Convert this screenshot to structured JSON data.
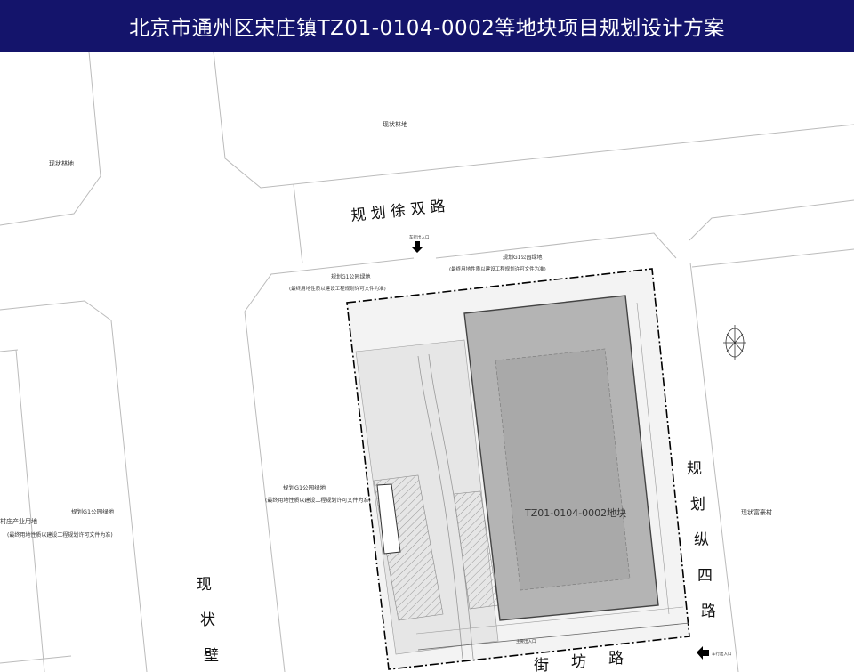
{
  "title": "北京市通州区宋庄镇TZ01-0104-0002等地块项目规划设计方案",
  "roads": {
    "north": "规 划 徐 双 路",
    "east": [
      "规",
      "划",
      "纵",
      "四",
      "路"
    ],
    "west": [
      "现",
      "状",
      "壁"
    ],
    "south": [
      "街",
      "坊",
      "路"
    ]
  },
  "areas": {
    "forest_left": "现状林地",
    "forest_top": "现状林地",
    "park_label": "规划G1公园绿地",
    "park_note": "(最终用地性质以建设工程规划许可文件为准)",
    "village_industry": "村庄产业用地",
    "village_east": "现状富豪村",
    "parcel": "TZ01-0104-0002地块"
  },
  "entrances": {
    "vehicle": "车行出入口",
    "main": "主要出入口"
  },
  "colors": {
    "header_bg": "#14146b",
    "building": "#b4b4b4",
    "site_ground": "#ececec"
  }
}
